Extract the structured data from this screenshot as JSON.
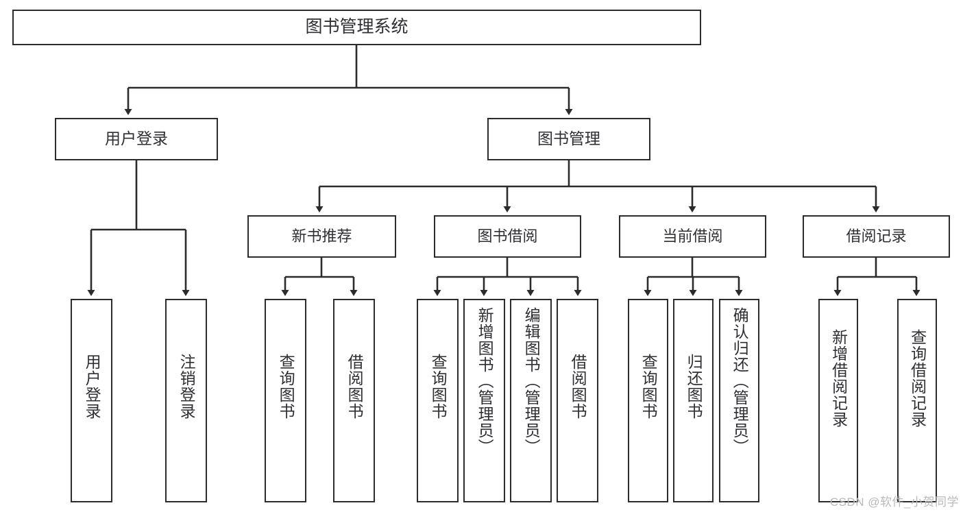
{
  "diagram": {
    "title_node": {
      "label": "图书管理系统"
    },
    "level1": [
      {
        "label": "用户登录"
      },
      {
        "label": "图书管理"
      }
    ],
    "level2": [
      {
        "label": "新书推荐"
      },
      {
        "label": "图书借阅"
      },
      {
        "label": "当前借阅"
      },
      {
        "label": "借阅记录"
      }
    ],
    "leaves": {
      "user_login": [
        {
          "label": "用户登录"
        },
        {
          "label": "注销登录"
        }
      ],
      "new_book_recommend": [
        {
          "label": "查询图书"
        },
        {
          "label": "借阅图书"
        }
      ],
      "book_borrow": [
        {
          "label": "查询图书"
        },
        {
          "label": "新增图书（管理员）"
        },
        {
          "label": "编辑图书（管理员）"
        },
        {
          "label": "借阅图书"
        }
      ],
      "current_borrow": [
        {
          "label": "查询图书"
        },
        {
          "label": "归还图书"
        },
        {
          "label": "确认归还（管理员）"
        }
      ],
      "borrow_record": [
        {
          "label": "新增借阅记录"
        },
        {
          "label": "查询借阅记录"
        }
      ]
    }
  },
  "watermark": {
    "text": "CSDN @软件_小贺同学"
  },
  "colors": {
    "stroke": "#2b2b2b",
    "text": "#2f2f33",
    "background": "#ffffff",
    "watermark": "#b9b9b9"
  }
}
